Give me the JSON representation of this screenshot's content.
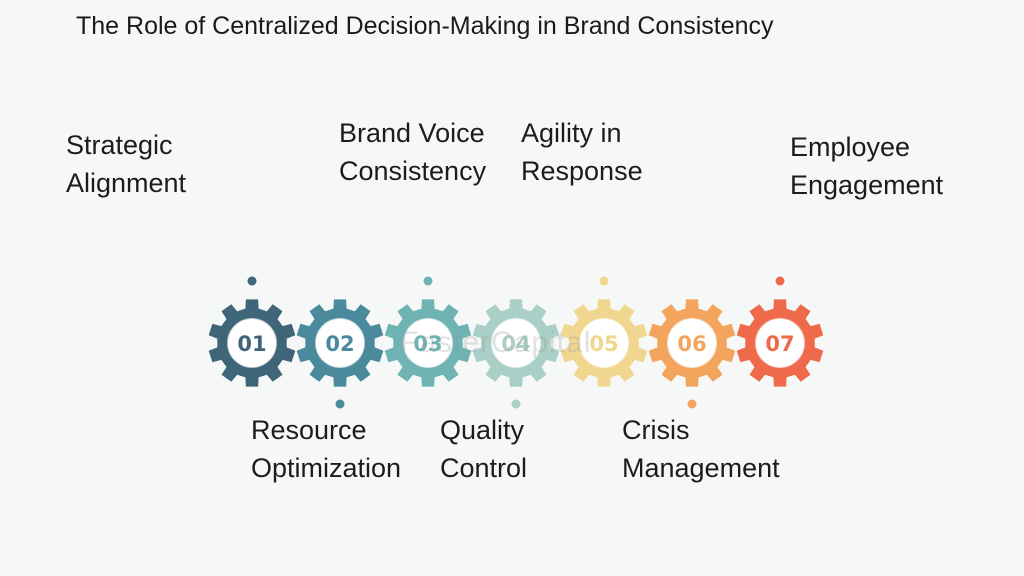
{
  "title": "The Role of Centralized Decision-Making in Brand Consistency",
  "watermark": "FasterCapital",
  "steps": [
    {
      "number": "01",
      "lines": [
        "Strategic",
        "Alignment"
      ],
      "position": "top",
      "color": "#3f6579"
    },
    {
      "number": "02",
      "lines": [
        "Resource",
        "Optimization"
      ],
      "position": "bottom",
      "color": "#4a8a9c"
    },
    {
      "number": "03",
      "lines": [
        "Brand Voice",
        "Consistency"
      ],
      "position": "top",
      "color": "#6fb3b3"
    },
    {
      "number": "04",
      "lines": [
        "Quality",
        "Control"
      ],
      "position": "bottom",
      "color": "#a9cfc6"
    },
    {
      "number": "05",
      "lines": [
        "Agility in",
        "Response"
      ],
      "position": "top",
      "color": "#f0d68f"
    },
    {
      "number": "06",
      "lines": [
        "Crisis",
        "Management"
      ],
      "position": "bottom",
      "color": "#f3a55e"
    },
    {
      "number": "07",
      "lines": [
        "Employee",
        "Engagement"
      ],
      "position": "top",
      "color": "#ee6a4b"
    }
  ]
}
